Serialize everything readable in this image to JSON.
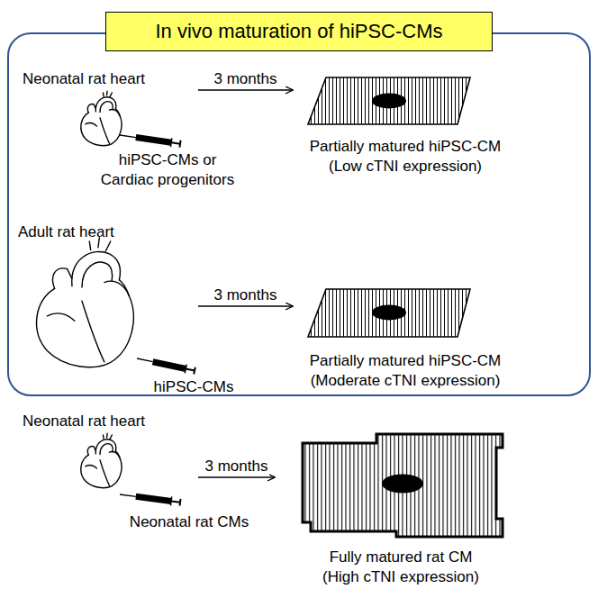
{
  "diagram": {
    "nodes": [
      {
        "text": [
          "In vivo maturation of hiPSC-CMs"
        ]
      },
      {
        "text": [
          "Neonatal rat heart"
        ],
        "in": 0
      },
      {
        "text": [
          "Partially matured hiPSC-CM",
          "(Low cTNI expression)"
        ],
        "in": 0
      },
      {
        "text": [
          "Adult rat heart"
        ],
        "in": 0
      },
      {
        "text": [
          "Partially matured hiPSC-CM",
          "(Moderate cTNI expression)"
        ],
        "in": 0
      },
      {
        "text": [
          "Neonatal rat heart"
        ]
      },
      {
        "text": [
          "Fully matured rat CM",
          "(High cTNI expression)"
        ]
      }
    ],
    "edges": [
      {
        "from": 1,
        "to": 2,
        "arrow": "to",
        "label": "3 months"
      },
      {
        "from": 3,
        "to": 4,
        "arrow": "to",
        "label": "3 months"
      },
      {
        "from": 5,
        "to": 6,
        "arrow": "to",
        "label": "3 months"
      }
    ],
    "labels": [
      "hiPSC-CMs or Cardiac progenitors",
      "hiPSC-CMs",
      "Neonatal rat CMs"
    ]
  }
}
